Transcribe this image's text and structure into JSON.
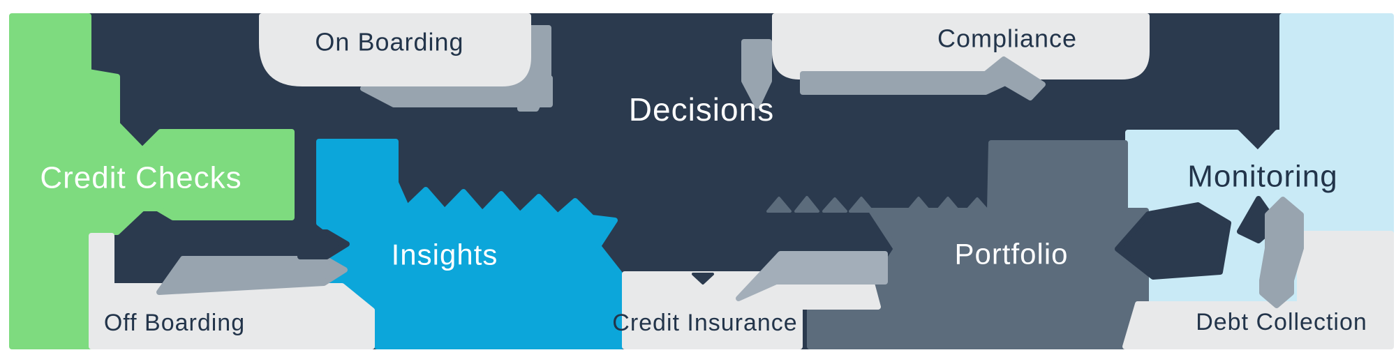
{
  "diagram": {
    "name": "credit-lifecycle-process-diagram",
    "background": "#FFFFFF",
    "colors": {
      "navy": "#2B3A4E",
      "green": "#7EDB7F",
      "blue": "#0CA6DA",
      "slate": "#5C6C7C",
      "light_blue": "#C9EAF6",
      "light_gray": "#E8E9EA",
      "arrow_gray": "#98A4AF",
      "arrow_gray_light": "#A3AEB9",
      "text_dark": "#22344A",
      "text_light": "#FFFFFF"
    },
    "blocks": [
      {
        "id": "credit-checks",
        "label": "Credit Checks",
        "color": "#7EDB7F",
        "text_color": "#FFFFFF"
      },
      {
        "id": "on-boarding",
        "label": "On Boarding",
        "color": "#E8E9EA",
        "text_color": "#22344A"
      },
      {
        "id": "decisions",
        "label": "Decisions",
        "color": "#2B3A4E",
        "text_color": "#FFFFFF"
      },
      {
        "id": "compliance",
        "label": "Compliance",
        "color": "#E8E9EA",
        "text_color": "#22344A"
      },
      {
        "id": "monitoring",
        "label": "Monitoring",
        "color": "#C9EAF6",
        "text_color": "#22344A"
      },
      {
        "id": "insights",
        "label": "Insights",
        "color": "#0CA6DA",
        "text_color": "#FFFFFF"
      },
      {
        "id": "portfolio",
        "label": "Portfolio",
        "color": "#5C6C7C",
        "text_color": "#FFFFFF"
      },
      {
        "id": "off-boarding",
        "label": "Off Boarding",
        "color": "#E8E9EA",
        "text_color": "#22344A"
      },
      {
        "id": "credit-insurance",
        "label": "Credit Insurance",
        "color": "#E8E9EA",
        "text_color": "#22344A"
      },
      {
        "id": "debt-collection",
        "label": "Debt Collection",
        "color": "#E8E9EA",
        "text_color": "#22344A"
      }
    ],
    "connector_arrows": [
      "on-boarding-ribbon-left-arrow",
      "on-boarding-ribbon-right-wrap",
      "compliance-left-ribbon",
      "compliance-bottom-ribbon-arrow",
      "off-boarding-ribbon-arrow",
      "decisions-to-insights-arrow",
      "portfolio-to-credit-insurance-arrow",
      "portfolio-right-chevron",
      "monitoring-to-debt-collection-ribbon"
    ]
  }
}
